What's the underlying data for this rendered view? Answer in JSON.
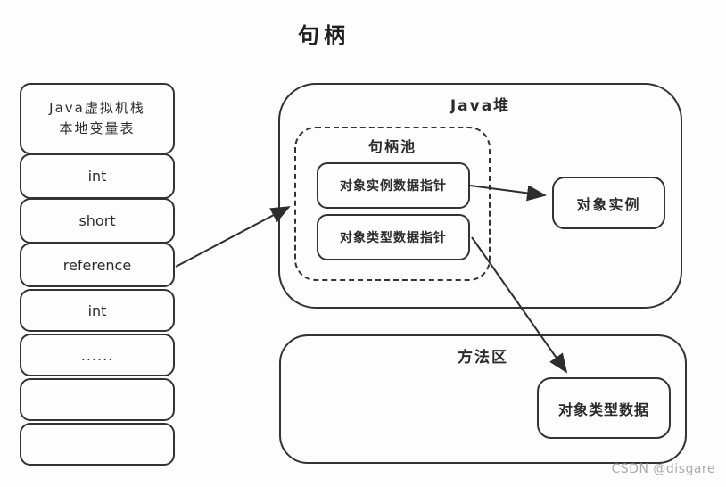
{
  "title": "句柄",
  "stack": {
    "header_line1": "Java虚拟机栈",
    "header_line2": "本地变量表",
    "items": [
      {
        "label": "int"
      },
      {
        "label": "short"
      },
      {
        "label": "reference"
      },
      {
        "label": "int"
      },
      {
        "label": "......"
      },
      {
        "label": ""
      },
      {
        "label": ""
      }
    ]
  },
  "heap": {
    "label": "Java堆",
    "handle_pool": {
      "label": "句柄池",
      "instance_pointer_label": "对象实例数据指针",
      "type_pointer_label": "对象类型数据指针"
    },
    "object_instance_label": "对象实例"
  },
  "method_area": {
    "label": "方法区",
    "object_type_data_label": "对象类型数据"
  },
  "watermark": "CSDN @disgare",
  "colors": {
    "stroke": "#333333",
    "arrow": "#2d2d2d",
    "watermark_text": "#ababab",
    "background": "#fdfdfd"
  }
}
